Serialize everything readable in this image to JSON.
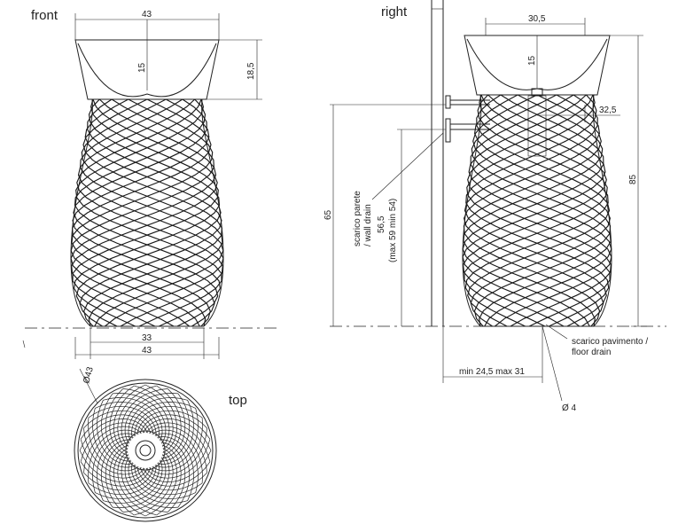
{
  "views": {
    "front": "front",
    "right": "right",
    "top": "top"
  },
  "front_dims": {
    "width_top": "43",
    "basin_depth": "15",
    "bowl_height": "18,5",
    "base_inner": "33",
    "base_outer": "43"
  },
  "top_dims": {
    "diameter": "Ø43"
  },
  "right_dims": {
    "width_top": "30,5",
    "basin_depth": "15",
    "waste_offset": "32,5",
    "total_height": "85",
    "wall_drain_height": "65",
    "drain_height": "56,5",
    "drain_height_range": "(max 59 min 54)",
    "wall_drain_it": "scarico parete",
    "wall_drain_en": "/ wall drain",
    "floor_drain_it": "scarico pavimento /",
    "floor_drain_en": "floor drain",
    "wall_distance": "min 24,5 max 31",
    "pipe_diameter": "Ø 4"
  },
  "colors": {
    "ink": "#222222",
    "background": "#ffffff"
  }
}
